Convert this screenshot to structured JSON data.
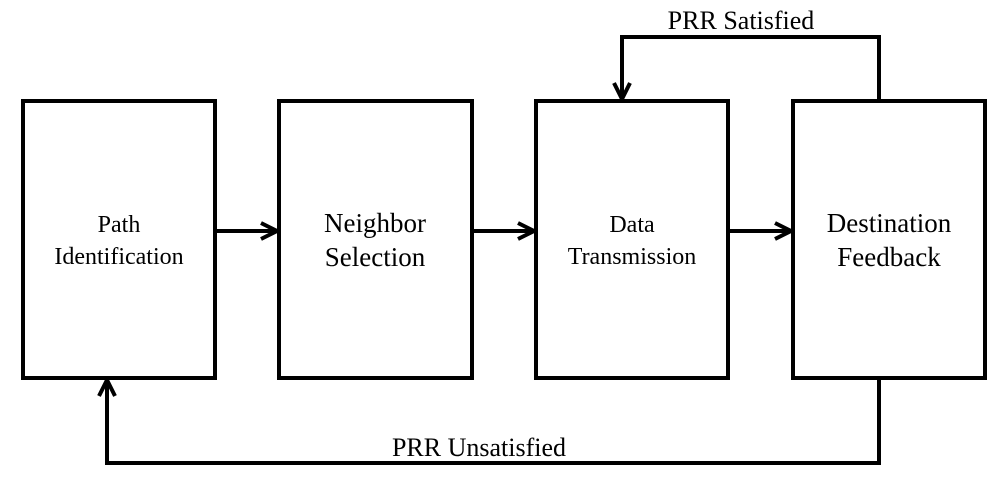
{
  "diagram": {
    "nodes": [
      {
        "id": "path-identification",
        "lines": [
          "Path",
          "Identification"
        ]
      },
      {
        "id": "neighbor-selection",
        "lines": [
          "Neighbor",
          "Selection"
        ]
      },
      {
        "id": "data-transmission",
        "lines": [
          "Data",
          "Transmission"
        ]
      },
      {
        "id": "destination-feedback",
        "lines": [
          "Destination",
          "Feedback"
        ]
      }
    ],
    "edges": [
      {
        "from": "path-identification",
        "to": "neighbor-selection",
        "label": ""
      },
      {
        "from": "neighbor-selection",
        "to": "data-transmission",
        "label": ""
      },
      {
        "from": "data-transmission",
        "to": "destination-feedback",
        "label": ""
      },
      {
        "from": "destination-feedback",
        "to": "data-transmission",
        "label": "PRR Satisfied"
      },
      {
        "from": "destination-feedback",
        "to": "path-identification",
        "label": "PRR Unsatisfied"
      }
    ],
    "colors": {
      "stroke": "#000000",
      "fill": "#ffffff",
      "text": "#000000"
    }
  }
}
